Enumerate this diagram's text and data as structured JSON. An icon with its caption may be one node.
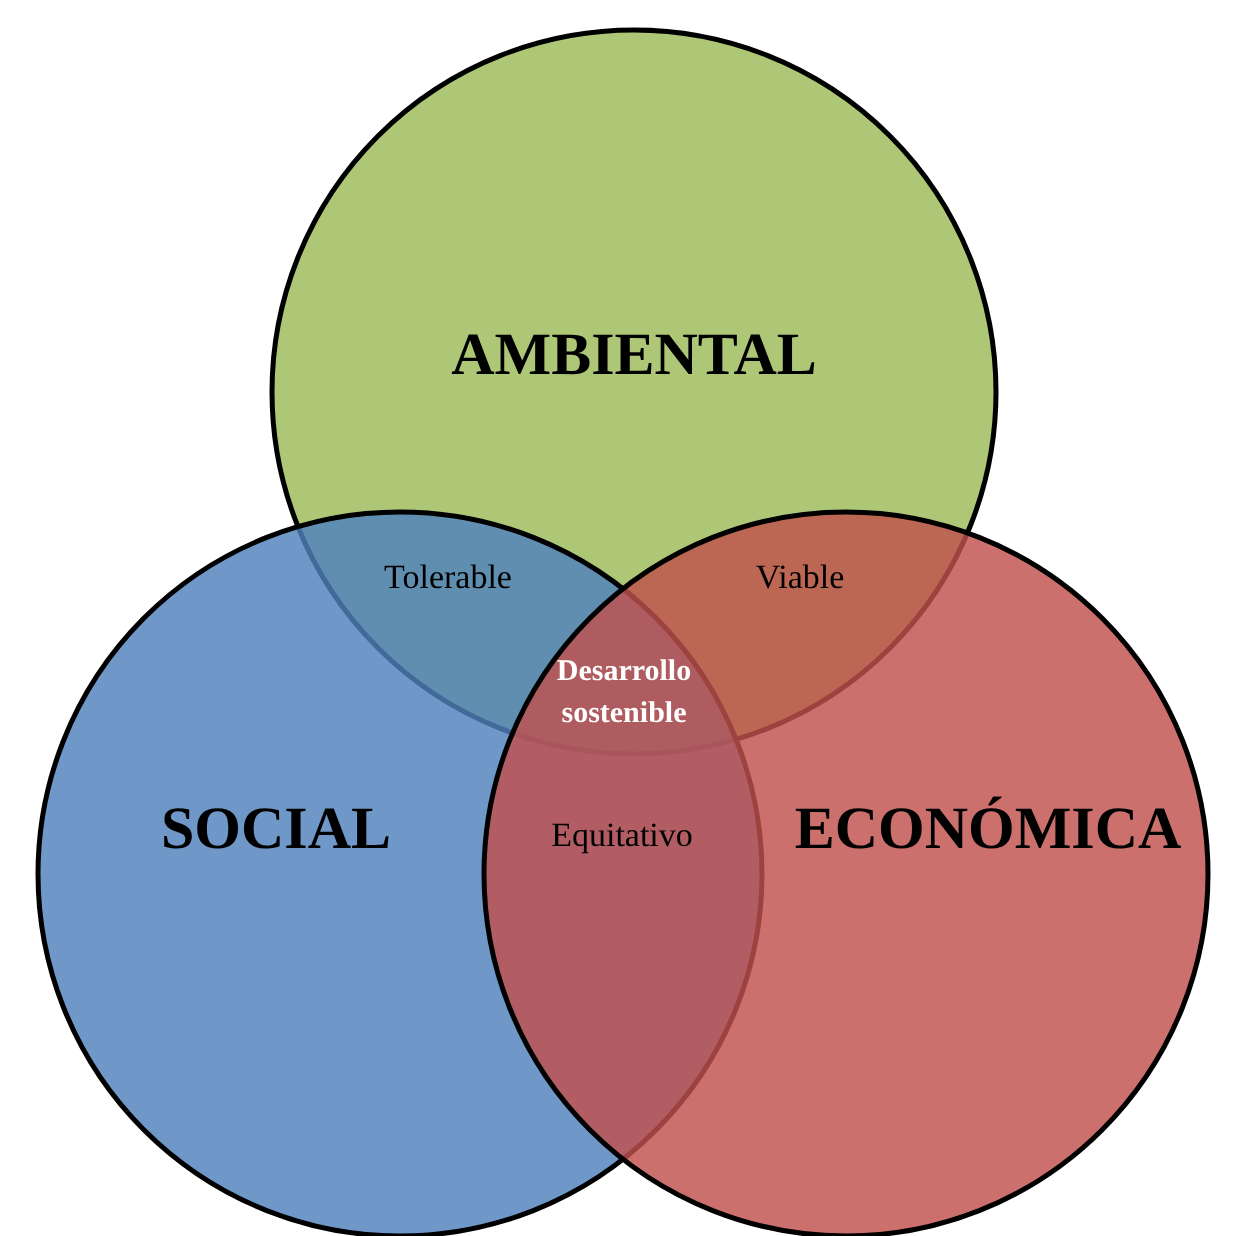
{
  "diagram": {
    "nodes": [
      {
        "text": [
          "AMBIENTAL"
        ]
      },
      {
        "text": [
          "SOCIAL"
        ]
      },
      {
        "text": [
          "ECONÓMICA"
        ]
      }
    ],
    "labels": [
      "Tolerable",
      "Viable",
      "Desarrollo sostenible",
      "Equitativo"
    ]
  }
}
